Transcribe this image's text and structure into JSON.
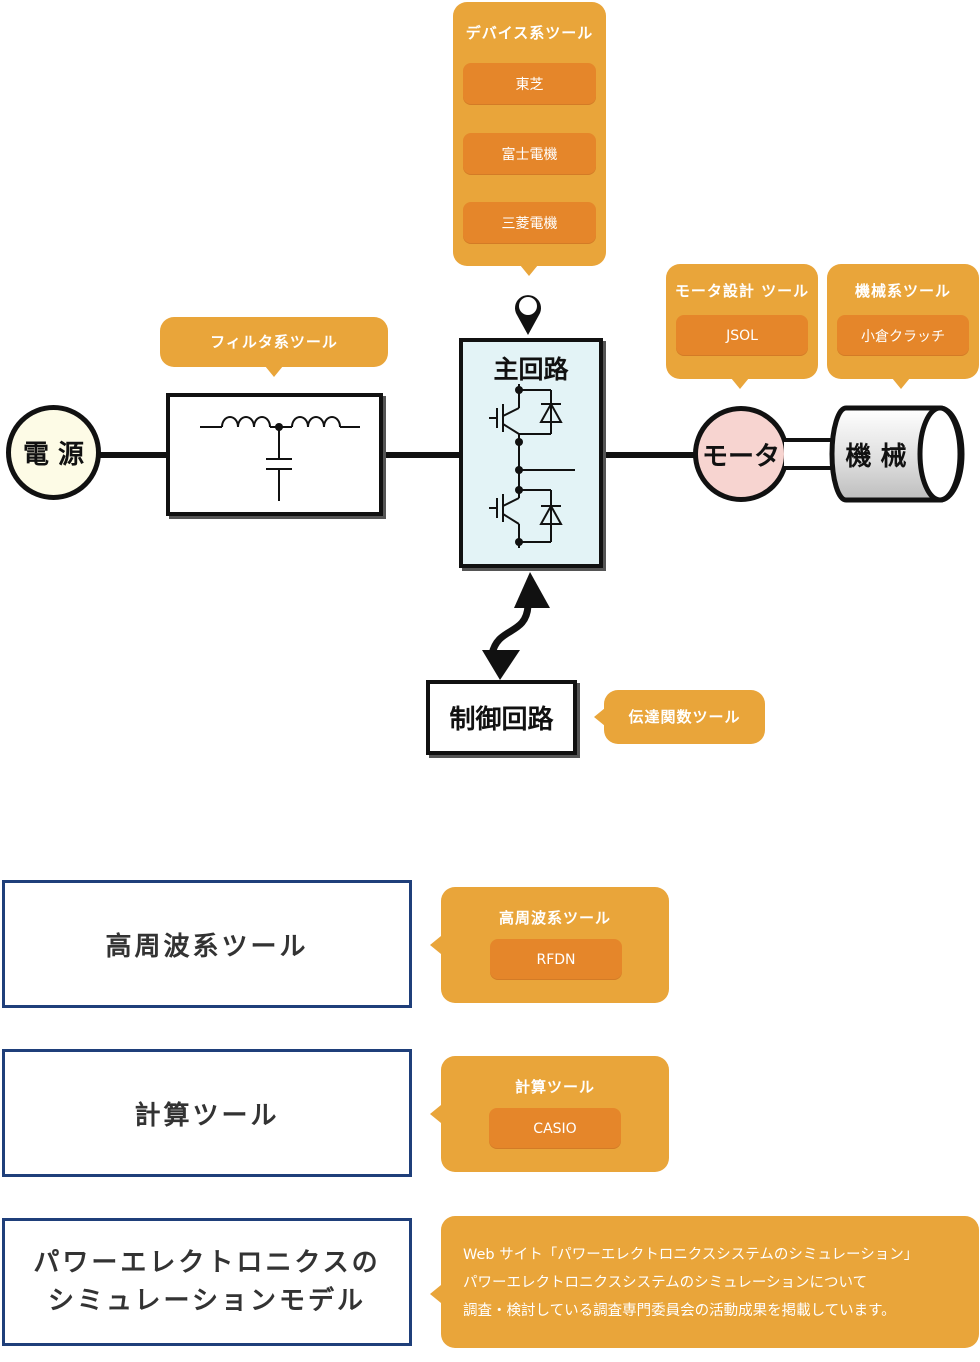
{
  "diagram": {
    "power_source": "電 源",
    "main_circuit": "主回路",
    "control_circuit": "制御回路",
    "motor": "モータ",
    "machine": "機 械"
  },
  "device_tools": {
    "title": "デバイス系ツール",
    "items": [
      "東芝",
      "富士電機",
      "三菱電機"
    ]
  },
  "filter_tools": {
    "title": "フィルタ系ツール"
  },
  "motor_tools": {
    "title": "モータ設計 ツール",
    "items": [
      "JSOL"
    ]
  },
  "machine_tools": {
    "title": "機械系ツール",
    "items": [
      "小倉クラッチ"
    ]
  },
  "transfer_tools": {
    "title": "伝達関数ツール"
  },
  "categories": [
    {
      "label": "高周波系ツール",
      "callout_title": "高周波系ツール",
      "item": "RFDN"
    },
    {
      "label": "計算ツール",
      "callout_title": "計算ツール",
      "item": "CASIO"
    },
    {
      "label_line1": "パワーエレクトロニクスの",
      "label_line2": "シミュレーションモデル",
      "desc_line1": "Web サイト「パワーエレクトロニクスシステムのシミュレーション」",
      "desc_line2": "パワーエレクトロニクスシステムのシミュレーションについて",
      "desc_line3": "調査・検討している調査専門委員会の活動成果を掲載しています。"
    }
  ],
  "colors": {
    "callout": "#e9a53a",
    "chip": "#e5862a",
    "category_border": "#1f3f7a",
    "main_circuit_fill": "#e3f3f6",
    "power_source_fill": "#fdfbe6",
    "motor_fill": "#f7d4d0"
  }
}
